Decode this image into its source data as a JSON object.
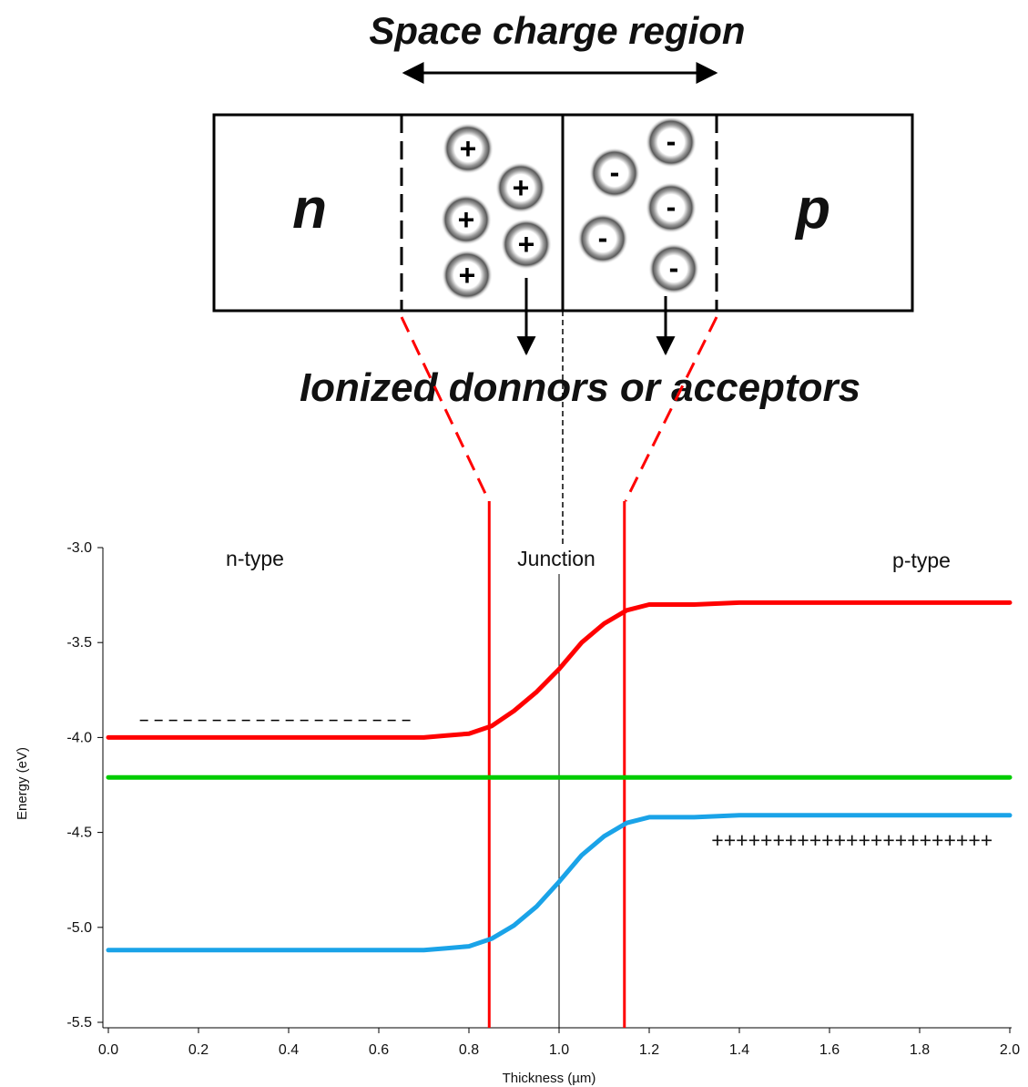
{
  "schematic": {
    "title": "Space charge region",
    "n_label": "n",
    "p_label": "p",
    "ions_caption": "Ionized donnors or acceptors",
    "donor_symbol": "+",
    "acceptor_symbol": "-"
  },
  "plot": {
    "region_labels": {
      "n": "n-type",
      "junction": "Junction",
      "p": "p-type"
    },
    "xlabel": "Thickness (µm)",
    "ylabel": "Energy (eV)",
    "charge_marker": "+++++++++++++++++++++++"
  },
  "chart_data": {
    "type": "line",
    "title": "",
    "xlabel": "Thickness (µm)",
    "ylabel": "Energy (eV)",
    "xlim": [
      0.0,
      2.0
    ],
    "ylim": [
      -5.5,
      -3.0
    ],
    "x_ticks": [
      "0.0",
      "0.2",
      "0.4",
      "0.6",
      "0.8",
      "1.0",
      "1.2",
      "1.4",
      "1.6",
      "1.8",
      "2.0"
    ],
    "y_ticks": [
      "-3.0",
      "-3.5",
      "-4.0",
      "-4.5",
      "-5.0",
      "-5.5"
    ],
    "grid": false,
    "series": [
      {
        "color": "#ff0000",
        "x": [
          0.0,
          0.7,
          0.75,
          0.8,
          0.85,
          0.9,
          0.95,
          1.0,
          1.05,
          1.1,
          1.15,
          1.2,
          1.3,
          1.4,
          2.0
        ],
        "y": [
          -4.0,
          -4.0,
          -3.99,
          -3.98,
          -3.94,
          -3.86,
          -3.76,
          -3.64,
          -3.5,
          -3.4,
          -3.33,
          -3.3,
          -3.3,
          -3.29,
          -3.29
        ]
      },
      {
        "color": "#00cc00",
        "x": [
          0.0,
          2.0
        ],
        "y": [
          -4.21,
          -4.21
        ]
      },
      {
        "color": "#1aa3e8",
        "x": [
          0.0,
          0.7,
          0.75,
          0.8,
          0.85,
          0.9,
          0.95,
          1.0,
          1.05,
          1.1,
          1.15,
          1.2,
          1.3,
          1.4,
          2.0
        ],
        "y": [
          -5.12,
          -5.12,
          -5.11,
          -5.1,
          -5.06,
          -4.99,
          -4.89,
          -4.76,
          -4.62,
          -4.52,
          -4.45,
          -4.42,
          -4.42,
          -4.41,
          -4.41
        ]
      }
    ],
    "vertical_lines": [
      {
        "x": 0.845,
        "color": "#ff0000"
      },
      {
        "x": 1.0,
        "color": "#000000"
      },
      {
        "x": 1.145,
        "color": "#ff0000"
      }
    ],
    "dashed_reference": {
      "x": [
        0.07,
        0.68
      ],
      "y": -3.91
    },
    "charge_row": {
      "x": [
        1.3,
        2.0
      ],
      "y": -4.53
    }
  }
}
